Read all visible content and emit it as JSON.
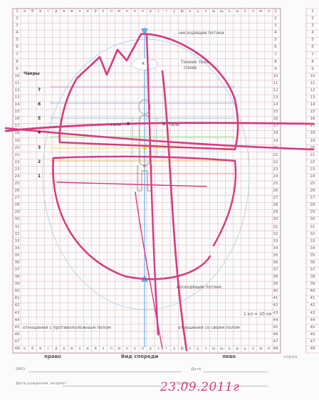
{
  "columns": [
    "а",
    "б",
    "в",
    "г",
    "д",
    "е",
    "ж",
    "з",
    "и",
    "й",
    "к",
    "л",
    "м",
    "н",
    "о",
    "п",
    "р",
    "с",
    "т",
    "у",
    "ф",
    "х",
    "ц",
    "ч",
    "ш",
    "щ",
    "ъ",
    "ы",
    "ь",
    "э",
    "ю",
    "я"
  ],
  "rows": [
    "1",
    "2",
    "3",
    "4",
    "5",
    "6",
    "7",
    "8",
    "9",
    "10",
    "11",
    "12",
    "13",
    "14",
    "15",
    "16",
    "17",
    "18",
    "19",
    "20",
    "21",
    "22",
    "23",
    "24",
    "25",
    "26",
    "27",
    "28",
    "29",
    "30",
    "31",
    "32",
    "33",
    "34",
    "35",
    "36",
    "37",
    "38",
    "39",
    "40",
    "41",
    "42",
    "43",
    "44",
    "45",
    "46",
    "47",
    "48"
  ],
  "chakra_header": "Чакры",
  "chakras": [
    "7",
    "6",
    "5",
    "4",
    "3",
    "2",
    "1"
  ],
  "labels": {
    "descending": "нисходящие потоки",
    "subtle_bodies": "Тонкие тела",
    "layers": "слоев",
    "body_left": "тело",
    "body_right": "Тело",
    "ascending": "восходящие потоки",
    "scale": "1 кл = 20 см",
    "relation_opposite": "отношения с противоположным полом",
    "relation_same": "отношения со своим полом",
    "number_left": "8",
    "number_right": "9",
    "x_mark": "x"
  },
  "bottom": {
    "right_side": "право",
    "front_view": "Вид спереди",
    "left_side": "лево",
    "norm": "норма"
  },
  "form": {
    "fio": "ФИО",
    "date": "Дата",
    "birth": "Дата рождения, возраст",
    "time": "Время",
    "handwritten_date": "23.09.2011г"
  },
  "colors": {
    "grid": "#d6a0a8",
    "pen": "#d63a7e",
    "axis": "#5aaee6"
  }
}
